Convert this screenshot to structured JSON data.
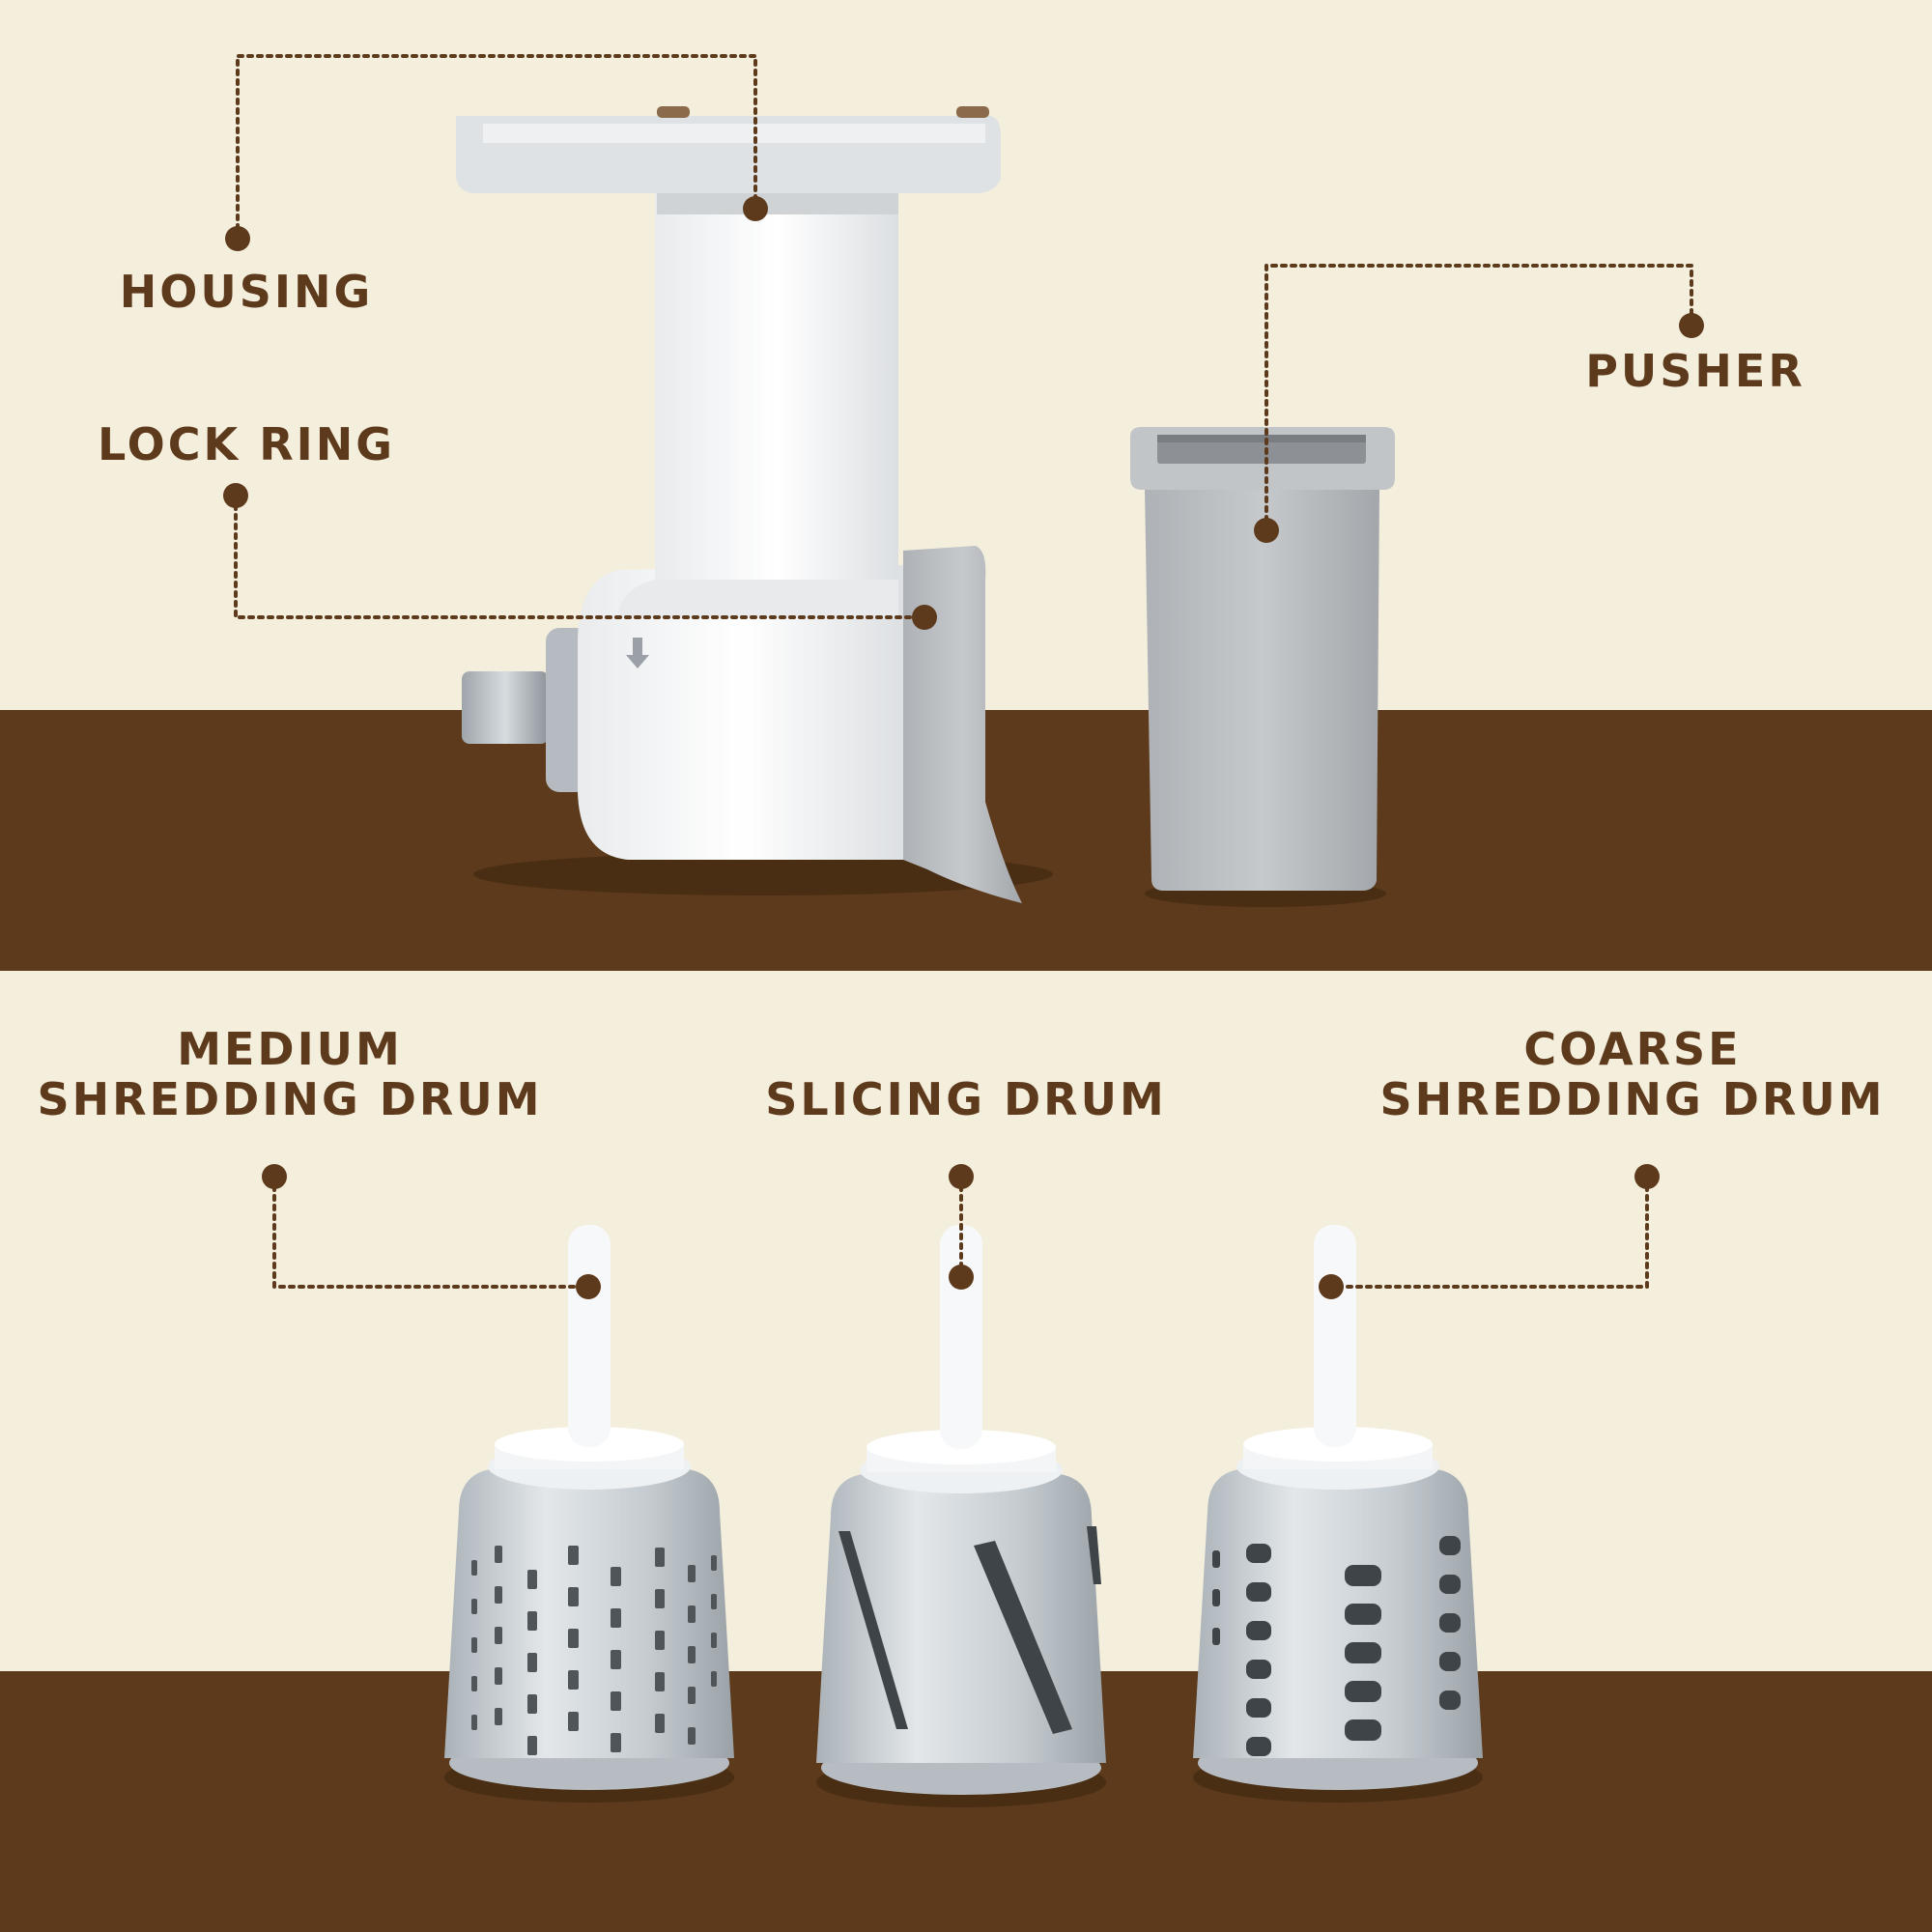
{
  "colors": {
    "cream": "#f4eedc",
    "brown": "#5c3a1b",
    "label": "#5e3a1c",
    "leader": "#5e3a1c",
    "white_plastic": "#f3f4f5",
    "grey_plastic": "#b9bcbf",
    "metal": "#c9cfd3"
  },
  "labels": {
    "housing": "HOUSING",
    "lock_ring": "LOCK RING",
    "pusher": "PUSHER",
    "medium_line1": "MEDIUM",
    "medium_line2": "SHREDDING DRUM",
    "slicing": "SLICING DRUM",
    "coarse_line1": "COARSE",
    "coarse_line2": "SHREDDING DRUM"
  }
}
